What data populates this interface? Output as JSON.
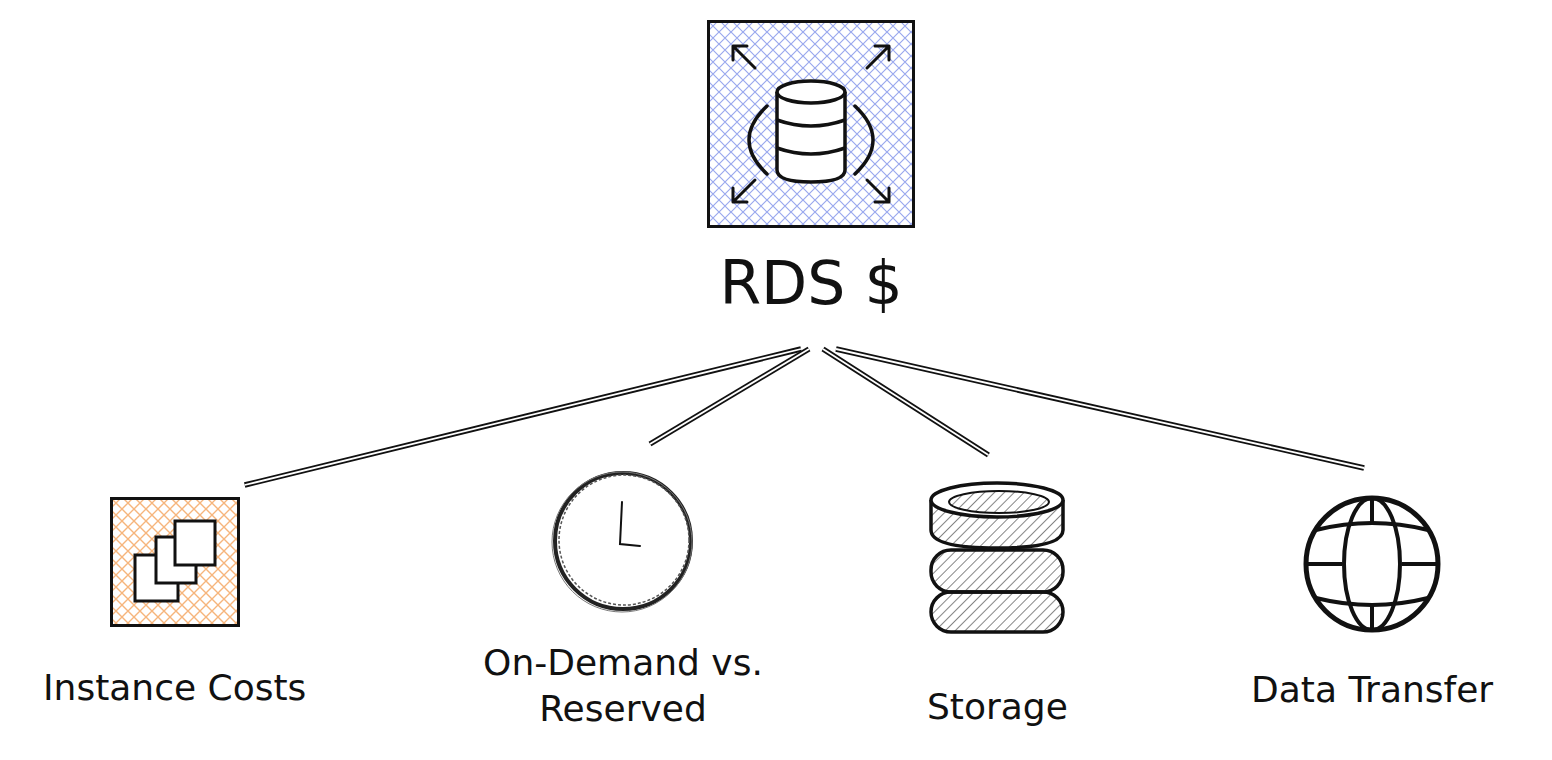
{
  "diagram": {
    "nodes": [
      {
        "text": [
          "RDS $"
        ]
      },
      {
        "text": [
          "Instance Costs"
        ]
      },
      {
        "text": [
          "On-Demand vs. Reserved"
        ]
      },
      {
        "text": [
          "Storage"
        ]
      },
      {
        "text": [
          "Data Transfer"
        ]
      }
    ],
    "edges": [
      {
        "from": 0,
        "to": 1,
        "arrow": "none"
      },
      {
        "from": 0,
        "to": 2,
        "arrow": "none"
      },
      {
        "from": 0,
        "to": 3,
        "arrow": "none"
      },
      {
        "from": 0,
        "to": 4,
        "arrow": "none"
      }
    ]
  }
}
